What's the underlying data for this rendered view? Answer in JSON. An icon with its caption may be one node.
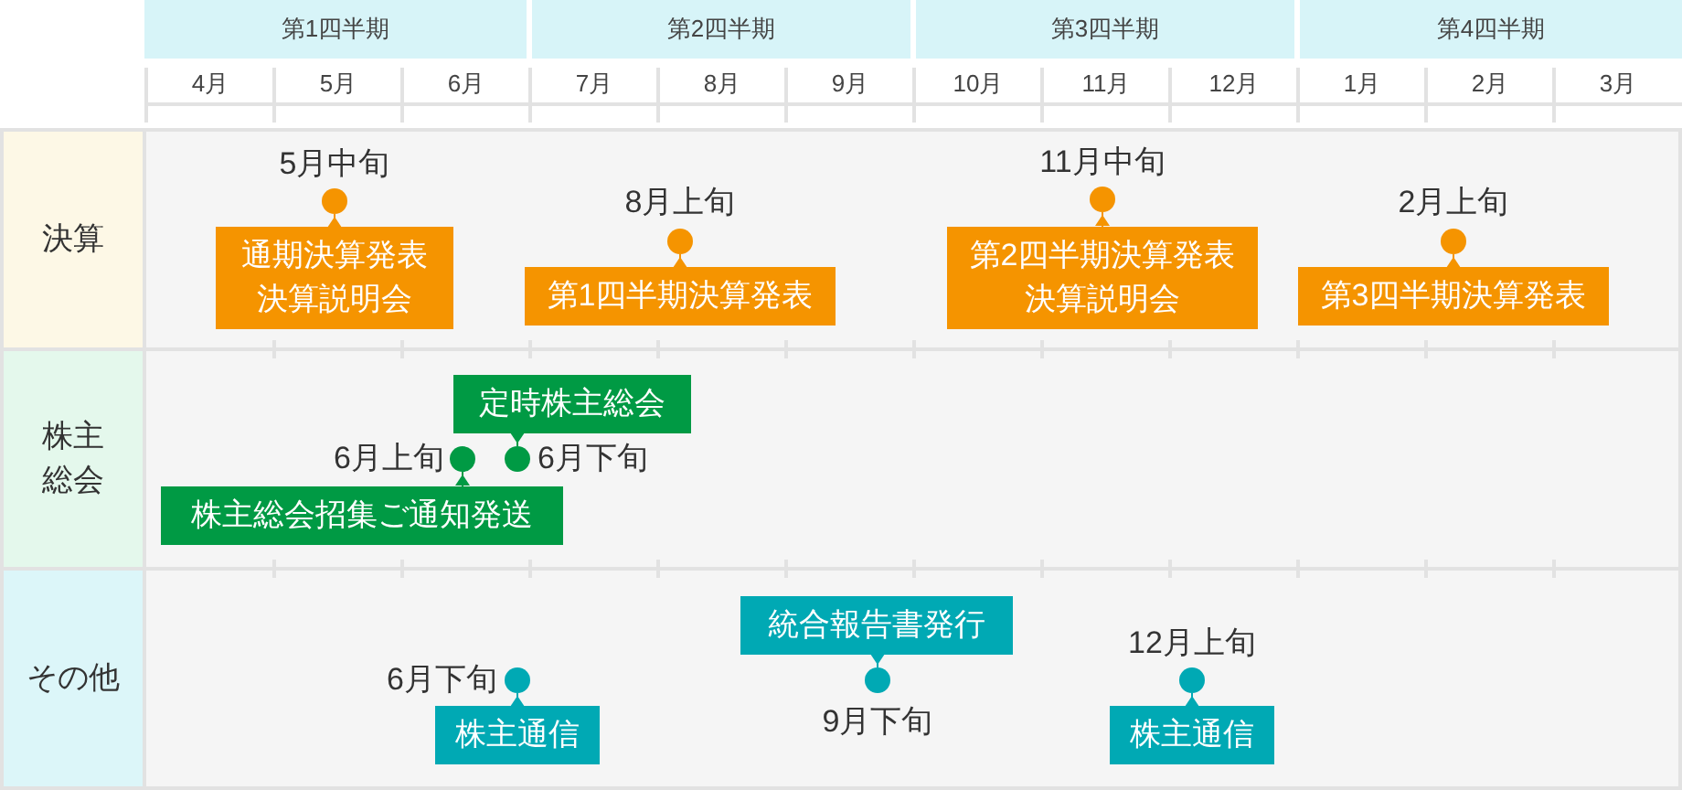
{
  "diagram": {
    "nodes": [
      {
        "text": [
          "決算"
        ]
      },
      {
        "text": [],
        "shape": "circle",
        "beside": [
          "5月中旬"
        ],
        "in": 0
      },
      {
        "text": [
          "通期決算発表決算説明会"
        ],
        "in": 0
      },
      {
        "text": [],
        "shape": "circle",
        "beside": [
          "8月上旬"
        ],
        "in": 0
      },
      {
        "text": [
          "第1四半期決算発表"
        ],
        "in": 0
      },
      {
        "text": [],
        "shape": "circle",
        "beside": [
          "11月中旬"
        ],
        "in": 0
      },
      {
        "text": [
          "第2四半期決算発表決算説明会"
        ],
        "in": 0
      },
      {
        "text": [],
        "shape": "circle",
        "beside": [
          "2月上旬"
        ],
        "in": 0
      },
      {
        "text": [
          "第3四半期決算発表"
        ],
        "in": 0
      },
      {
        "text": [
          "株主総会"
        ]
      },
      {
        "text": [
          "定時株主総会"
        ],
        "in": 9
      },
      {
        "text": [],
        "shape": "circle",
        "beside": [
          "6月上旬"
        ],
        "in": 9
      },
      {
        "text": [],
        "shape": "circle",
        "beside": [
          "6月下旬"
        ],
        "in": 9
      },
      {
        "text": [
          "株主総会招集ご通知発送"
        ],
        "in": 9
      },
      {
        "text": [
          "その他"
        ]
      },
      {
        "text": [],
        "shape": "circle",
        "beside": [
          "6月下旬"
        ],
        "in": 14
      },
      {
        "text": [
          "株主通信"
        ],
        "in": 14
      },
      {
        "text": [
          "統合報告書発行"
        ],
        "in": 14
      },
      {
        "text": [],
        "shape": "circle",
        "beside": [
          "9月下旬"
        ],
        "in": 14
      },
      {
        "text": [],
        "shape": "circle",
        "beside": [
          "12月上旬"
        ],
        "in": 14
      },
      {
        "text": [
          "株主通信"
        ],
        "in": 14
      }
    ],
    "edges": [
      {
        "from": 2,
        "to": 1,
        "arrow": "to"
      },
      {
        "from": 4,
        "to": 3,
        "arrow": "to"
      },
      {
        "from": 6,
        "to": 5,
        "arrow": "to"
      },
      {
        "from": 8,
        "to": 7,
        "arrow": "to"
      },
      {
        "from": 10,
        "to": 12,
        "arrow": "to",
        "color": "#009a44"
      },
      {
        "from": 13,
        "to": 11,
        "arrow": "to",
        "color": "#009a44"
      },
      {
        "from": 16,
        "to": 15,
        "arrow": "to",
        "color": "#00a9b4"
      },
      {
        "from": 17,
        "to": 18,
        "arrow": "to",
        "color": "#00a9b4"
      },
      {
        "from": 20,
        "to": 19,
        "arrow": "to",
        "color": "#00a9b4"
      }
    ],
    "labels": [
      "第1四半期",
      "第2四半期",
      "第3四半期",
      "第4四半期",
      "4月",
      "5月",
      "6月",
      "7月",
      "8月",
      "9月",
      "10月",
      "11月",
      "12月",
      "1月",
      "2月",
      "3月"
    ]
  }
}
